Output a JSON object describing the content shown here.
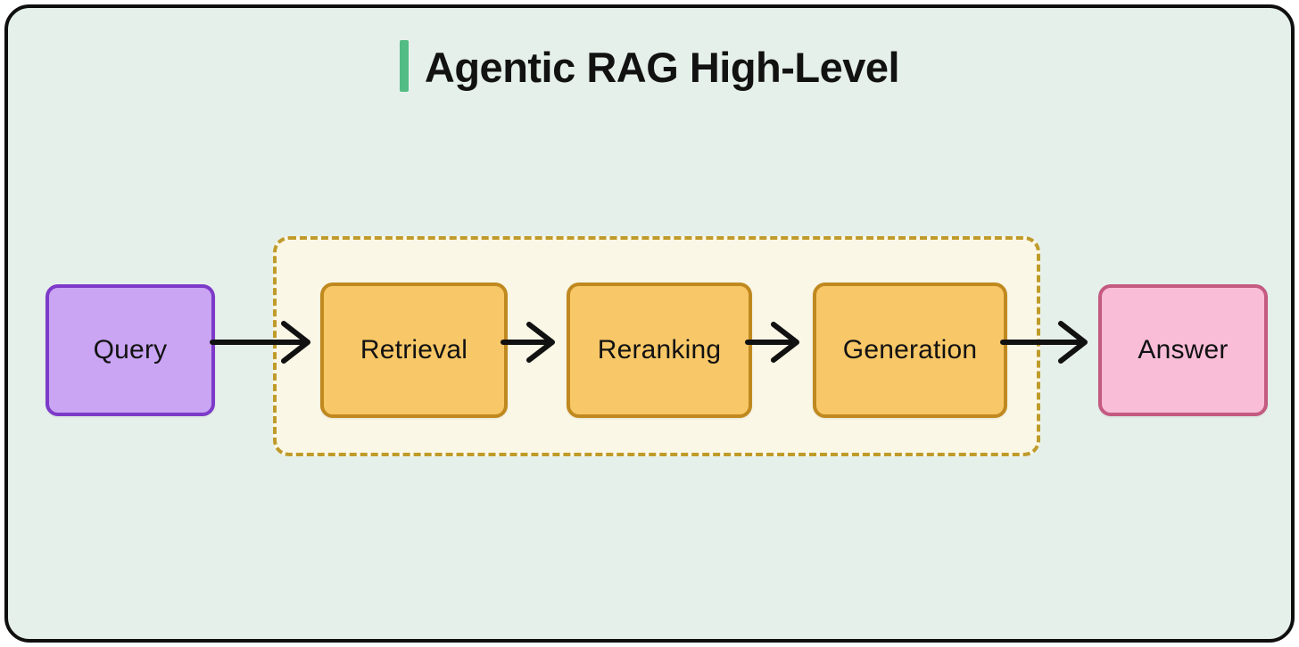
{
  "title": {
    "text": "Agentic RAG High-Level"
  },
  "diagram": {
    "nodes": [
      {
        "id": "query",
        "label": "Query",
        "fill": "#c9a5f3",
        "border": "#7d3ac9"
      },
      {
        "id": "retrieval",
        "label": "Retrieval",
        "fill": "#f8c767",
        "border": "#c0891f"
      },
      {
        "id": "reranking",
        "label": "Reranking",
        "fill": "#f8c767",
        "border": "#c0891f"
      },
      {
        "id": "generation",
        "label": "Generation",
        "fill": "#f8c767",
        "border": "#c0891f"
      },
      {
        "id": "answer",
        "label": "Answer",
        "fill": "#f9bdd8",
        "border": "#c45a80"
      }
    ],
    "group": {
      "contains": [
        "Retrieval",
        "Reranking",
        "Generation"
      ],
      "fill": "#faf7e6",
      "border": "#bf9b2a",
      "border_style": "dashed"
    },
    "arrows": [
      {
        "from": "query",
        "to": "retrieval"
      },
      {
        "from": "retrieval",
        "to": "reranking"
      },
      {
        "from": "reranking",
        "to": "generation"
      },
      {
        "from": "generation",
        "to": "answer"
      }
    ]
  },
  "colors": {
    "canvas": "#e6f0eb",
    "frame": "#0f0f0f",
    "arrow": "#111111",
    "title_accent": "#53bb84",
    "text": "#121212"
  }
}
